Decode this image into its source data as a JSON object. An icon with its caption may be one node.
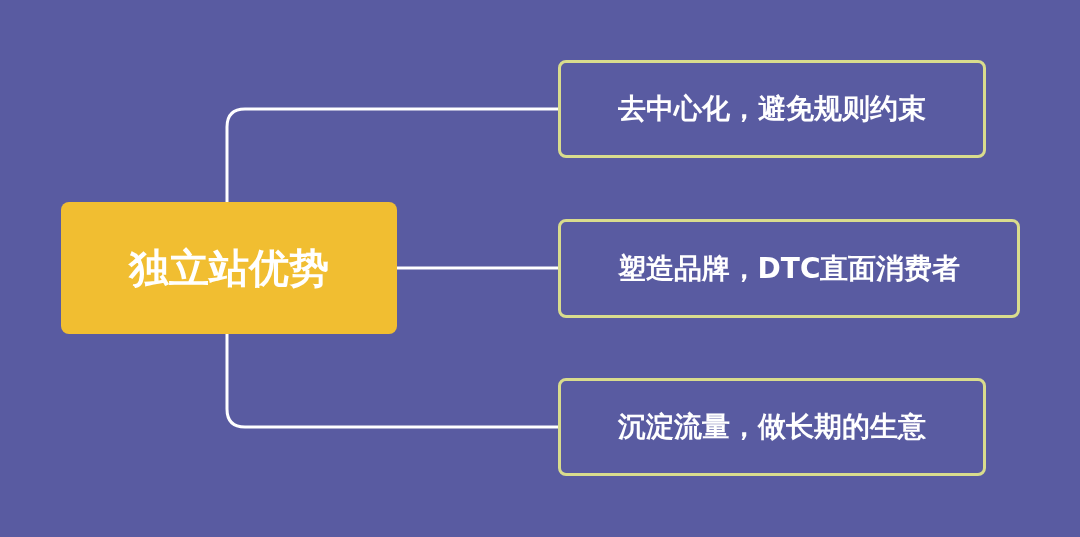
{
  "diagram": {
    "nodes": [
      {
        "text": [
          "独立站优势"
        ]
      },
      {
        "text": [
          "去中心化，避免规则约束"
        ]
      },
      {
        "text": [
          "塑造品牌，DTC直面消费者"
        ]
      },
      {
        "text": [
          "沉淀流量，做长期的生意"
        ]
      }
    ],
    "edges": [
      {
        "from": 0,
        "to": 1,
        "arrow": "none"
      },
      {
        "from": 0,
        "to": 2,
        "arrow": "none"
      },
      {
        "from": 0,
        "to": 3,
        "arrow": "none"
      }
    ]
  }
}
